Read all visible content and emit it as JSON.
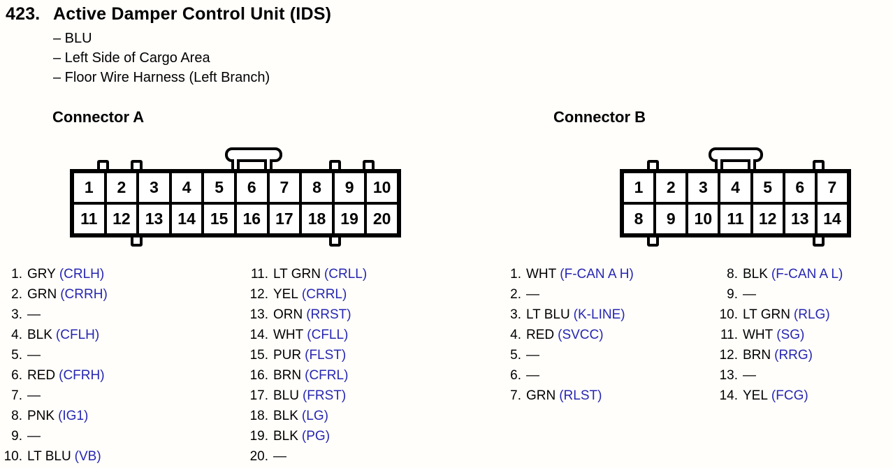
{
  "header": {
    "number": "423.",
    "title": "Active Damper Control Unit (IDS)",
    "details": [
      "– BLU",
      "– Left Side of Cargo Area",
      "– Floor Wire Harness (Left Branch)"
    ]
  },
  "colors": {
    "signal_blue": "#2626b2",
    "text_black": "#000000",
    "line_black": "#000000"
  },
  "connectors": [
    {
      "id": "a",
      "label": "Connector A",
      "grid": {
        "rows": [
          [
            "1",
            "2",
            "3",
            "4",
            "5",
            "6",
            "7",
            "8",
            "9",
            "10"
          ],
          [
            "11",
            "12",
            "13",
            "14",
            "15",
            "16",
            "17",
            "18",
            "19",
            "20"
          ]
        ]
      },
      "pin_columns": [
        [
          {
            "num": "1.",
            "wire": "GRY",
            "signal": "(CRLH)"
          },
          {
            "num": "2.",
            "wire": "GRN",
            "signal": "(CRRH)"
          },
          {
            "num": "3.",
            "wire": "—",
            "signal": ""
          },
          {
            "num": "4.",
            "wire": "BLK",
            "signal": "(CFLH)"
          },
          {
            "num": "5.",
            "wire": "—",
            "signal": ""
          },
          {
            "num": "6.",
            "wire": "RED",
            "signal": "(CFRH)"
          },
          {
            "num": "7.",
            "wire": "—",
            "signal": ""
          },
          {
            "num": "8.",
            "wire": "PNK",
            "signal": "(IG1)"
          },
          {
            "num": "9.",
            "wire": "—",
            "signal": ""
          },
          {
            "num": "10.",
            "wire": "LT BLU",
            "signal": "(VB)"
          }
        ],
        [
          {
            "num": "11.",
            "wire": "LT GRN",
            "signal": "(CRLL)"
          },
          {
            "num": "12.",
            "wire": "YEL",
            "signal": "(CRRL)"
          },
          {
            "num": "13.",
            "wire": "ORN",
            "signal": "(RRST)"
          },
          {
            "num": "14.",
            "wire": "WHT",
            "signal": "(CFLL)"
          },
          {
            "num": "15.",
            "wire": "PUR",
            "signal": "(FLST)"
          },
          {
            "num": "16.",
            "wire": "BRN",
            "signal": "(CFRL)"
          },
          {
            "num": "17.",
            "wire": "BLU",
            "signal": "(FRST)"
          },
          {
            "num": "18.",
            "wire": "BLK",
            "signal": "(LG)"
          },
          {
            "num": "19.",
            "wire": "BLK",
            "signal": "(PG)"
          },
          {
            "num": "20.",
            "wire": "—",
            "signal": ""
          }
        ]
      ]
    },
    {
      "id": "b",
      "label": "Connector B",
      "grid": {
        "rows": [
          [
            "1",
            "2",
            "3",
            "4",
            "5",
            "6",
            "7"
          ],
          [
            "8",
            "9",
            "10",
            "11",
            "12",
            "13",
            "14"
          ]
        ]
      },
      "pin_columns": [
        [
          {
            "num": "1.",
            "wire": "WHT",
            "signal": "(F-CAN A H)"
          },
          {
            "num": "2.",
            "wire": "—",
            "signal": ""
          },
          {
            "num": "3.",
            "wire": "LT BLU",
            "signal": "(K-LINE)"
          },
          {
            "num": "4.",
            "wire": "RED",
            "signal": "(SVCC)"
          },
          {
            "num": "5.",
            "wire": "—",
            "signal": ""
          },
          {
            "num": "6.",
            "wire": "—",
            "signal": ""
          },
          {
            "num": "7.",
            "wire": "GRN",
            "signal": "(RLST)"
          }
        ],
        [
          {
            "num": "8.",
            "wire": "BLK",
            "signal": "(F-CAN A L)"
          },
          {
            "num": "9.",
            "wire": "—",
            "signal": ""
          },
          {
            "num": "10.",
            "wire": "LT GRN",
            "signal": "(RLG)"
          },
          {
            "num": "11.",
            "wire": "WHT",
            "signal": "(SG)"
          },
          {
            "num": "12.",
            "wire": "BRN",
            "signal": "(RRG)"
          },
          {
            "num": "13.",
            "wire": "—",
            "signal": ""
          },
          {
            "num": "14.",
            "wire": "YEL",
            "signal": "(FCG)"
          }
        ]
      ]
    }
  ]
}
